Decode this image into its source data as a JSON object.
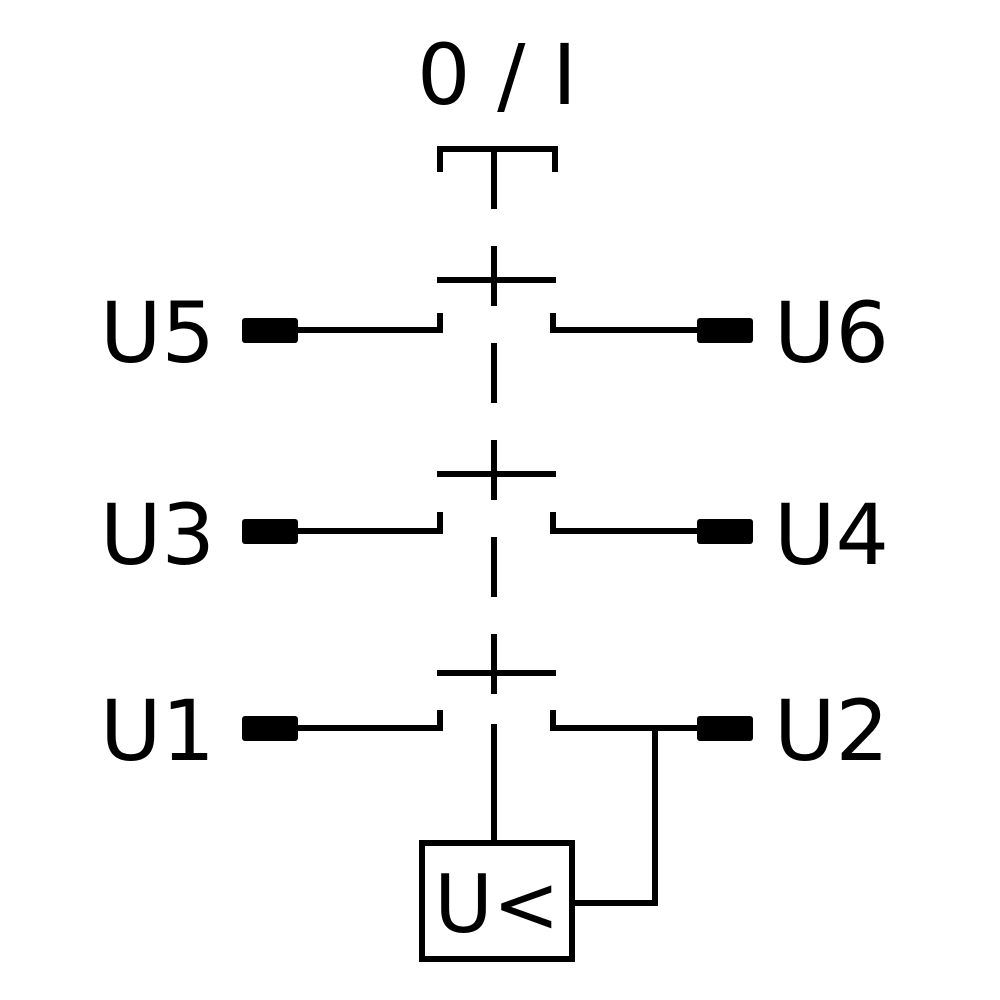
{
  "switch_label": "0 / I",
  "terminals": {
    "u1": "U1",
    "u2": "U2",
    "u3": "U3",
    "u4": "U4",
    "u5": "U5",
    "u6": "U6"
  },
  "relay_label": "U<",
  "colors": {
    "line": "#000000",
    "background": "#ffffff"
  }
}
